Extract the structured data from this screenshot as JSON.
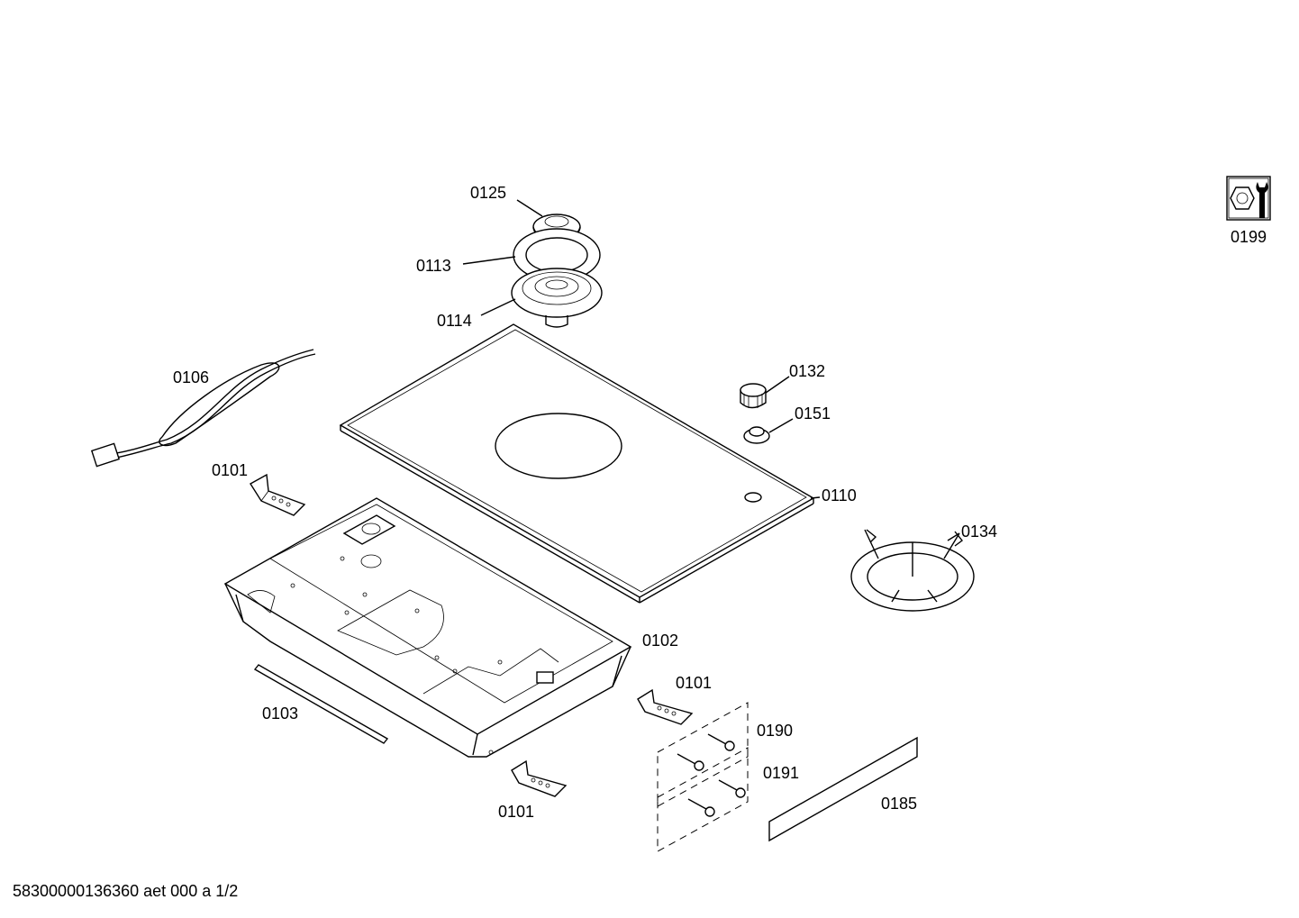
{
  "labels": {
    "p0125": "0125",
    "p0113": "0113",
    "p0114": "0114",
    "p0106": "0106",
    "p0132": "0132",
    "p0151": "0151",
    "p0101_a": "0101",
    "p0110": "0110",
    "p0134": "0134",
    "p0102": "0102",
    "p0101_b": "0101",
    "p0103": "0103",
    "p0190": "0190",
    "p0191": "0191",
    "p0185": "0185",
    "p0101_c": "0101",
    "p0199": "0199"
  },
  "footer": "58300000136360 aet 000 a 1/2"
}
